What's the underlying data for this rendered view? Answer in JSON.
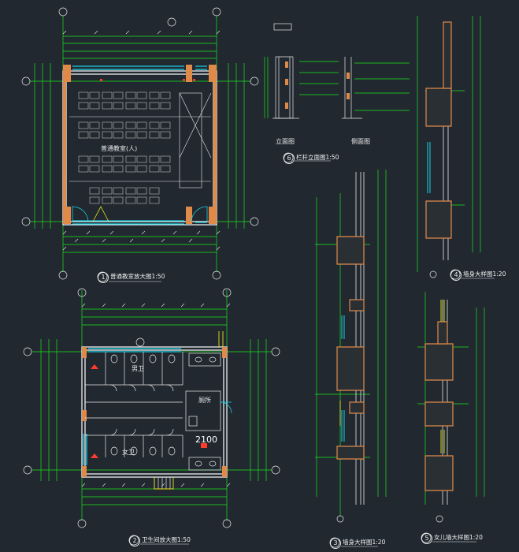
{
  "plans": [
    {
      "number": "1",
      "title": "普通教室放大图1:50",
      "room_label": "普通教室(人)"
    },
    {
      "number": "2",
      "title": "卫生间放大图1:50",
      "room_labels": [
        "男卫",
        "女卫",
        "厕所"
      ],
      "dimension": "2100"
    }
  ],
  "details": [
    {
      "number": "6",
      "title": "栏杆立面图1:50",
      "labels": [
        "立面图",
        "侧面图"
      ]
    },
    {
      "number": "3",
      "title": "墙身大样图1:20"
    },
    {
      "number": "4",
      "title": "墙身大样图1:20"
    },
    {
      "number": "5",
      "title": "女儿墙大样图1:20"
    }
  ],
  "colors": {
    "wall": "#e08a4a",
    "glass": "#19d2e6",
    "dim": "#19e619",
    "text": "#e9e9e9",
    "red": "#ff3b2e",
    "yellow": "#e6e619"
  }
}
